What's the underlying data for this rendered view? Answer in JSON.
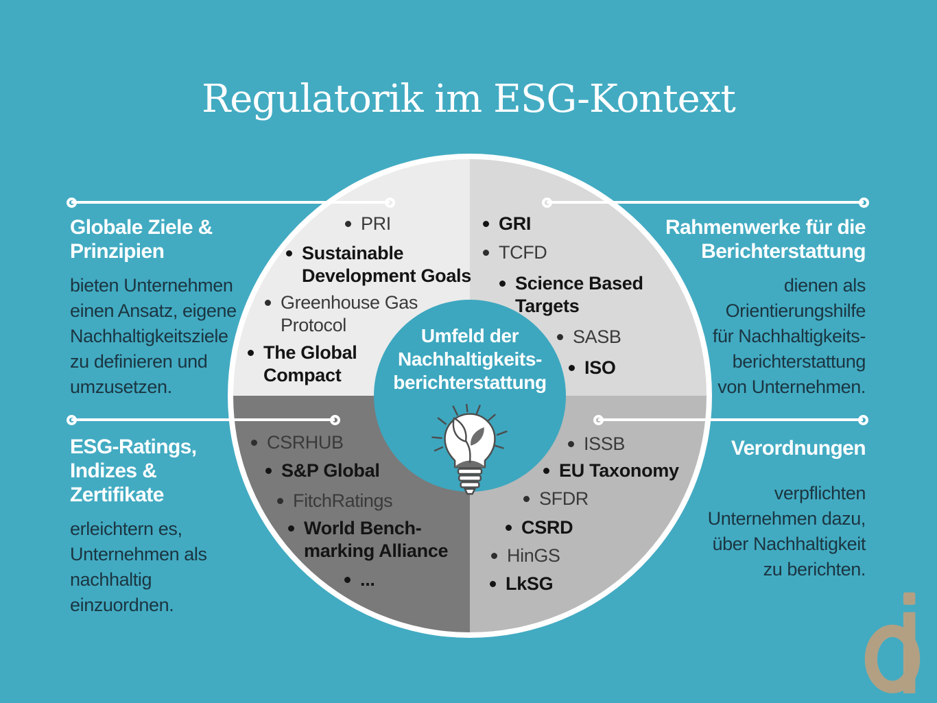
{
  "title": "Regulatorik im ESG-Kontext",
  "center": {
    "line1": "Umfeld der",
    "line2": "Nachhaltigkeits-",
    "line3": "berichterstattung"
  },
  "sections": {
    "top_left": {
      "heading": "Globale Ziele & Prinzipien",
      "body": "bieten Unternehmen\neinen Ansatz, eigene\nNachhaltigkeitsziele\nzu definieren und\numzusetzen."
    },
    "top_right": {
      "heading": "Rahmenwerke für die\nBerichterstattung",
      "body": "dienen als\nOrientierungshilfe\nfür Nachhaltigkeits-\nberichterstattung\nvon Unternehmen."
    },
    "bottom_left": {
      "heading": "ESG-Ratings,\nIndizes &\nZertifikate",
      "body": "erleichtern es,\nUnternehmen als\nnachhaltig\neinzuordnen."
    },
    "bottom_right": {
      "heading": "Verordnungen",
      "body": "verpflichten\nUnternehmen dazu,\nüber Nachhaltigkeit\nzu berichten."
    }
  },
  "wheel": {
    "top_left": {
      "items": [
        {
          "label": "PRI",
          "bold": false
        },
        {
          "label": "Sustainable\nDevelopment Goals",
          "bold": true
        },
        {
          "label": "Greenhouse Gas\nProtocol",
          "bold": false
        },
        {
          "label": "The Global\nCompact",
          "bold": true
        }
      ]
    },
    "top_right": {
      "items": [
        {
          "label": "GRI",
          "bold": true
        },
        {
          "label": "TCFD",
          "bold": false
        },
        {
          "label": "Science Based\nTargets",
          "bold": true
        },
        {
          "label": "SASB",
          "bold": false
        },
        {
          "label": "ISO",
          "bold": true
        }
      ]
    },
    "bottom_left": {
      "items": [
        {
          "label": "CSRHUB",
          "bold": false
        },
        {
          "label": "S&P Global",
          "bold": true
        },
        {
          "label": "FitchRatings",
          "bold": false
        },
        {
          "label": "World Bench-\nmarking Alliance",
          "bold": true
        },
        {
          "label": "...",
          "bold": true
        }
      ]
    },
    "bottom_right": {
      "items": [
        {
          "label": "ISSB",
          "bold": false
        },
        {
          "label": "EU Taxonomy",
          "bold": true
        },
        {
          "label": "SFDR",
          "bold": false
        },
        {
          "label": "CSRD",
          "bold": true
        },
        {
          "label": "HinGS",
          "bold": false
        },
        {
          "label": "LkSG",
          "bold": true
        }
      ]
    }
  },
  "logo": {
    "letter": "di"
  },
  "colors": {
    "background": "#42abc2",
    "center_circle": "#3da7bf",
    "quadrant_top_left": "#ececec",
    "quadrant_top_right": "#d9d9d9",
    "quadrant_bottom_left": "#7a7a7a",
    "quadrant_bottom_right": "#b9b9b9",
    "heading_text": "#ffffff",
    "body_text": "#1b3541",
    "logo_tan": "#b3a083"
  }
}
